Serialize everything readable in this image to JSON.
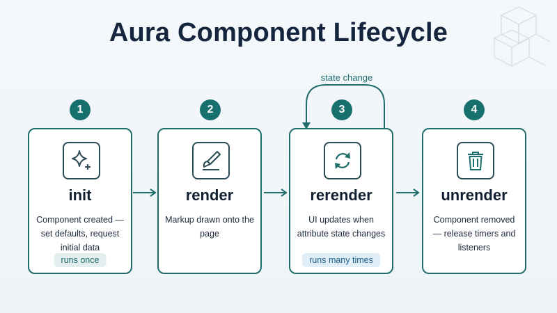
{
  "title": "Aura Component Lifecycle",
  "loop_label": "state change",
  "colors": {
    "accent": "#17706e",
    "border": "#1f6d6b",
    "title": "#15253d"
  },
  "stages": [
    {
      "number": "1",
      "name": "init",
      "icon": "sparkle-icon",
      "description": "Component created — set defaults, request initial data",
      "pill": "runs once"
    },
    {
      "number": "2",
      "name": "render",
      "icon": "brush-icon",
      "description": "Markup drawn onto the page"
    },
    {
      "number": "3",
      "name": "rerender",
      "icon": "refresh-icon",
      "description": "UI updates when attribute state changes",
      "pill": "runs many times"
    },
    {
      "number": "4",
      "name": "unrender",
      "icon": "trash-icon",
      "description": "Component removed — release timers and listeners"
    }
  ]
}
